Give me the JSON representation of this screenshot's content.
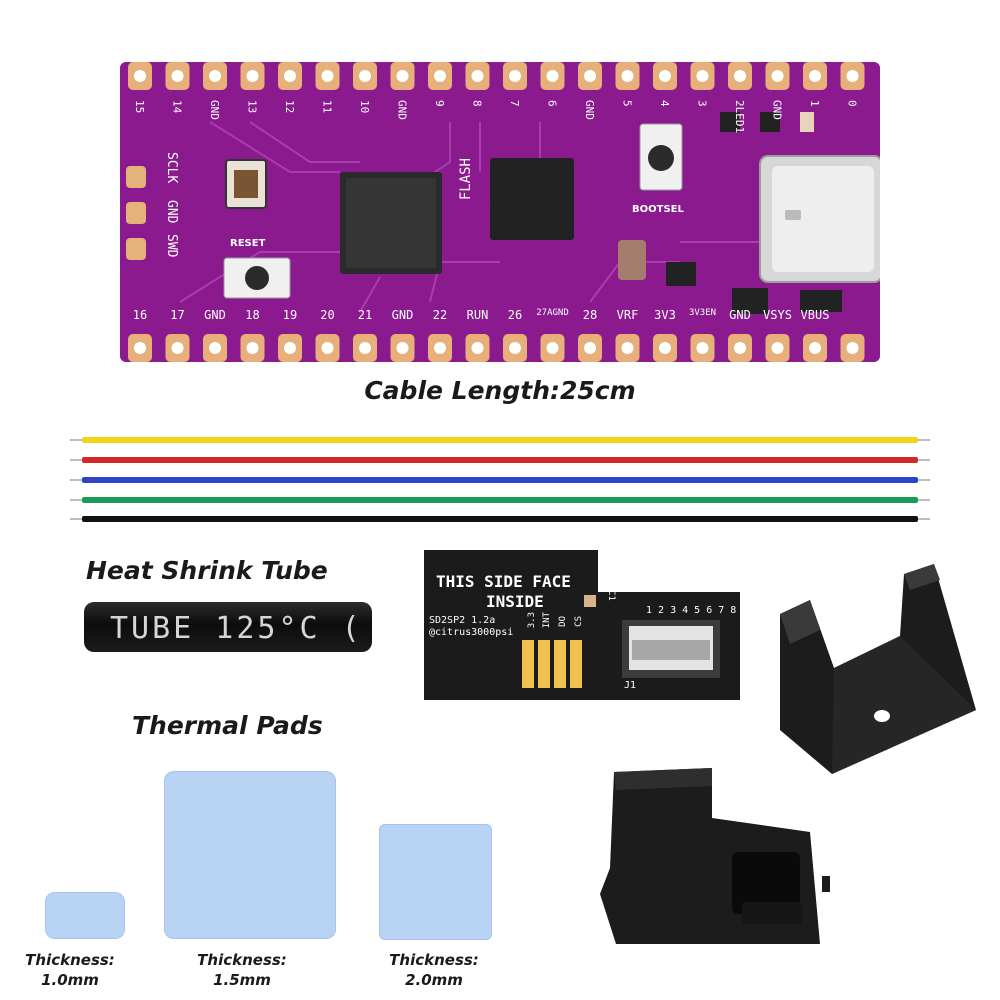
{
  "pico_board": {
    "top_labels": [
      "15",
      "14",
      "GND",
      "13",
      "12",
      "11",
      "10",
      "GND",
      "9",
      "8",
      "7",
      "6",
      "GND",
      "5",
      "4",
      "3",
      "2LED1",
      "GND",
      "1",
      "0"
    ],
    "bottom_labels": [
      "16",
      "17",
      "GND",
      "18",
      "19",
      "20",
      "21",
      "GND",
      "22",
      "RUN",
      "26",
      "27AGND",
      "28",
      "VRF",
      "3V3",
      "3V3EN",
      "GND",
      "VSYS",
      "VBUS"
    ],
    "side_labels": [
      "SCLK",
      "GND",
      "SWD"
    ],
    "reset_label": "RESET",
    "bootsel_label": "BOOTSEL",
    "flash_label": "FLASH",
    "board_color": "#8a1a8e"
  },
  "cable": {
    "caption": "Cable Length:25cm",
    "colors": [
      "#f2d316",
      "#d32828",
      "#2f43c7",
      "#1a9b5c",
      "#111111"
    ]
  },
  "heat_shrink": {
    "caption": "Heat Shrink Tube",
    "printed_text": "TUBE 125°C ("
  },
  "sd2sp2": {
    "line1": "THIS SIDE FACE",
    "line2": "INSIDE",
    "model": "SD2SP2 1.2a",
    "author": "@citrus3000psi",
    "pin_labels": [
      "3.3",
      "INT",
      "DO",
      "CS"
    ],
    "numbers": "1 2 3 4 5 6 7 8",
    "c1": "C1",
    "j1": "J1"
  },
  "thermal_pads": {
    "caption": "Thermal Pads",
    "color": "#b9d3f4",
    "items": [
      {
        "label1": "Thickness:",
        "label2": "1.0mm"
      },
      {
        "label1": "Thickness:",
        "label2": "1.5mm"
      },
      {
        "label1": "Thickness:",
        "label2": "2.0mm"
      }
    ]
  }
}
